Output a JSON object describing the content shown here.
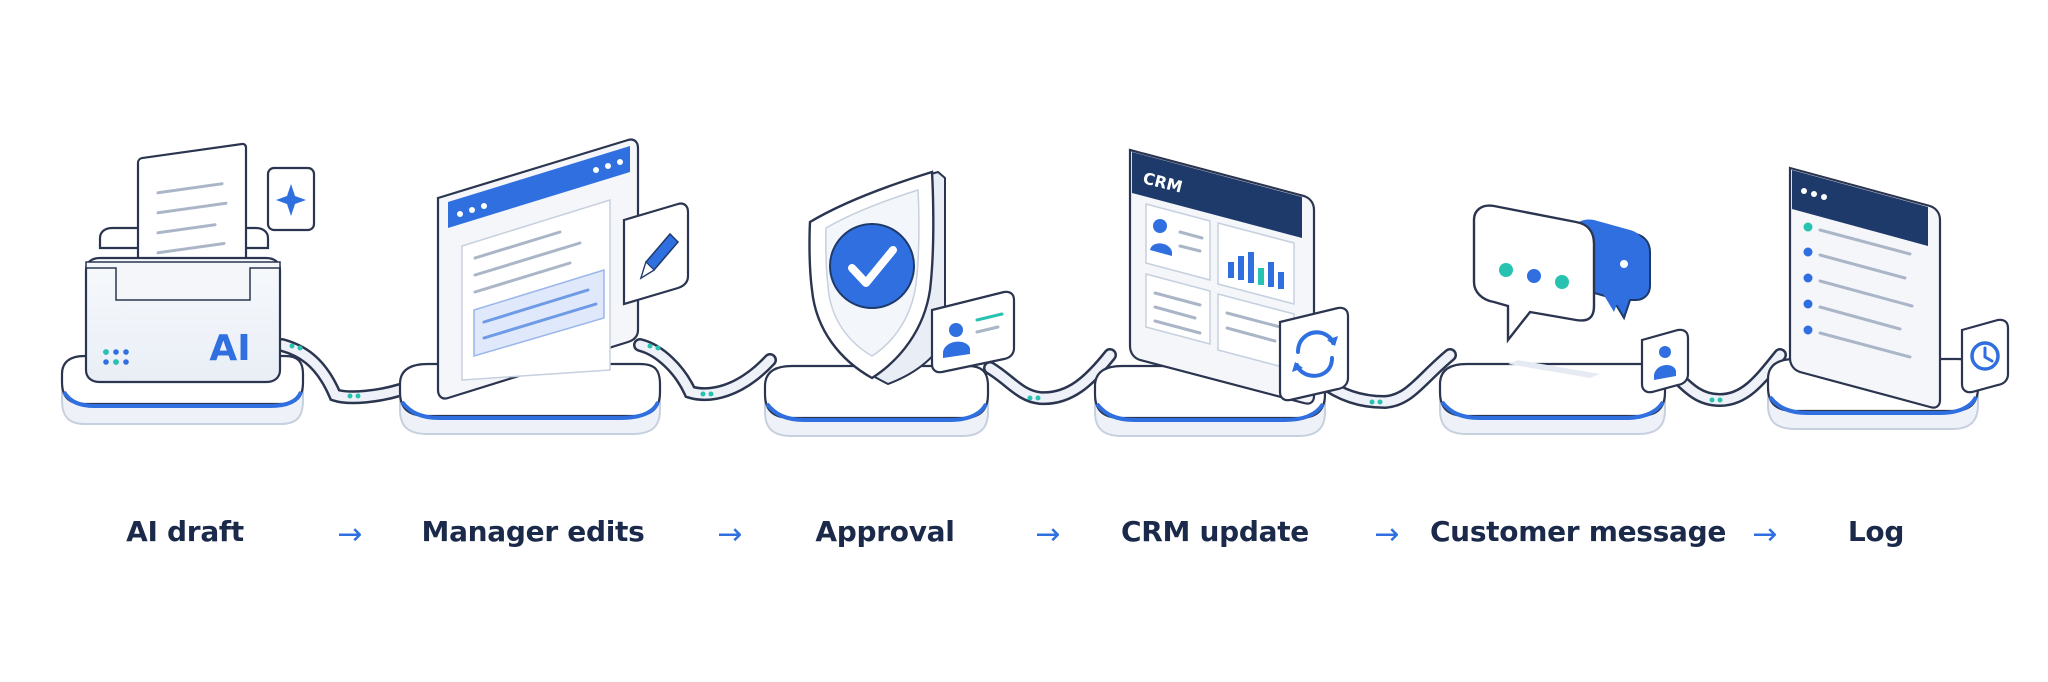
{
  "steps": [
    {
      "label": "AI draft",
      "icon": "ai-printer-icon"
    },
    {
      "label": "Manager edits",
      "icon": "edit-window-icon"
    },
    {
      "label": "Approval",
      "icon": "shield-check-icon"
    },
    {
      "label": "CRM update",
      "icon": "crm-dashboard-icon"
    },
    {
      "label": "Customer message",
      "icon": "chat-bubble-icon"
    },
    {
      "label": "Log",
      "icon": "log-list-icon"
    }
  ],
  "arrow_glyph": "→",
  "device_texts": {
    "ai_mark": "AI",
    "crm_header": "CRM"
  },
  "colors": {
    "accent": "#2f6fe0",
    "navy": "#1e3a6b",
    "teal": "#27c2b0",
    "label": "#1b2a4a",
    "outline": "#2b3550"
  }
}
